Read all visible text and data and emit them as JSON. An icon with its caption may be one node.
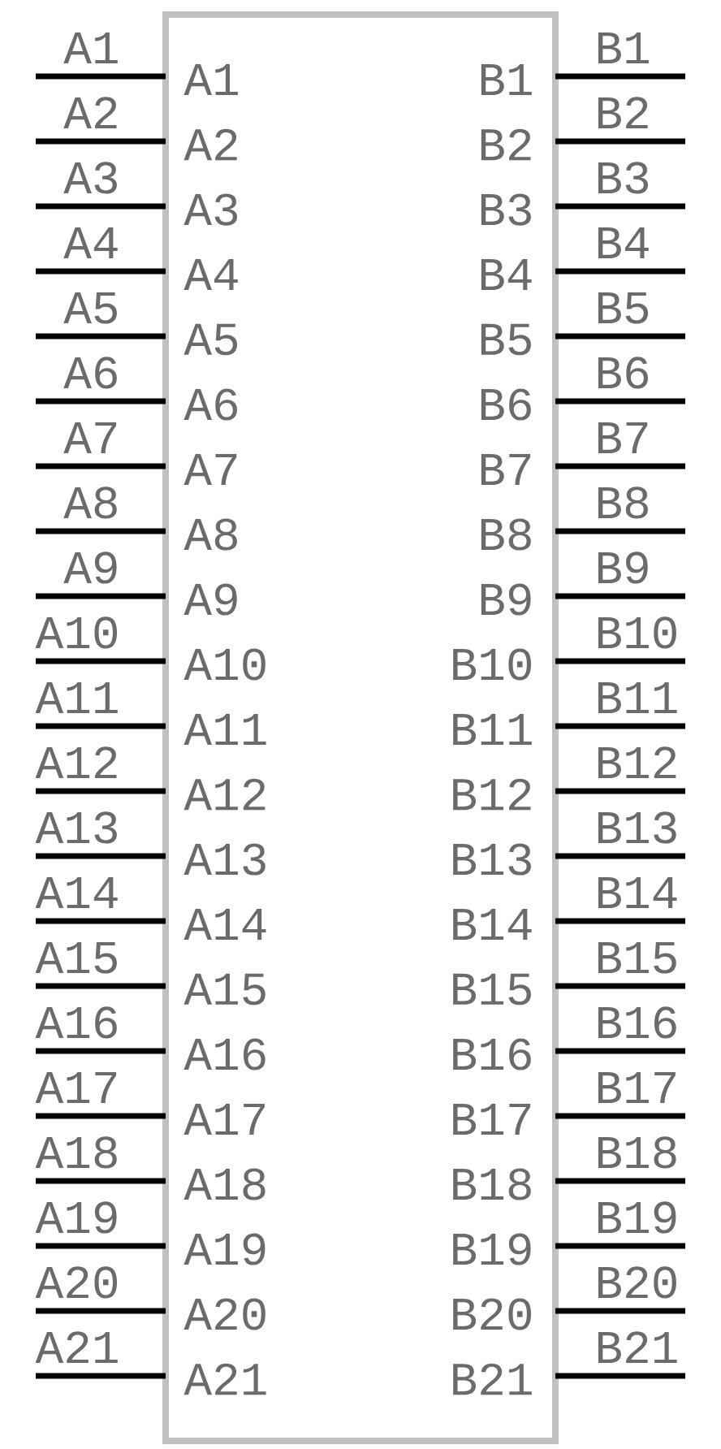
{
  "diagram": {
    "nodes": [
      {
        "text": [
          "A1",
          "B1",
          "A2",
          "B2",
          "A3",
          "B3",
          "A4",
          "B4",
          "A5",
          "B5",
          "A6",
          "B6",
          "A7",
          "B7",
          "A8",
          "B8",
          "A9",
          "B9",
          "A10",
          "B10",
          "A11",
          "B11",
          "A12",
          "B12",
          "A13",
          "B13",
          "A14",
          "B14",
          "A15",
          "B15",
          "A16",
          "B16",
          "A17",
          "B17",
          "A18",
          "B18",
          "A19",
          "B19",
          "A20",
          "B20",
          "A21",
          "B21"
        ]
      }
    ],
    "labels": [
      "A1",
      "B1",
      "A2",
      "B2",
      "A3",
      "B3",
      "A4",
      "B4",
      "A5",
      "B5",
      "A6",
      "B6",
      "A7",
      "B7",
      "A8",
      "B8",
      "A9",
      "B9",
      "A10",
      "B10",
      "A11",
      "B11",
      "A12",
      "B12",
      "A13",
      "B13",
      "A14",
      "B14",
      "A15",
      "B15",
      "A16",
      "B16",
      "A17",
      "B17",
      "A18",
      "B18",
      "A19",
      "B19",
      "A20",
      "B20",
      "A21",
      "B21"
    ]
  }
}
